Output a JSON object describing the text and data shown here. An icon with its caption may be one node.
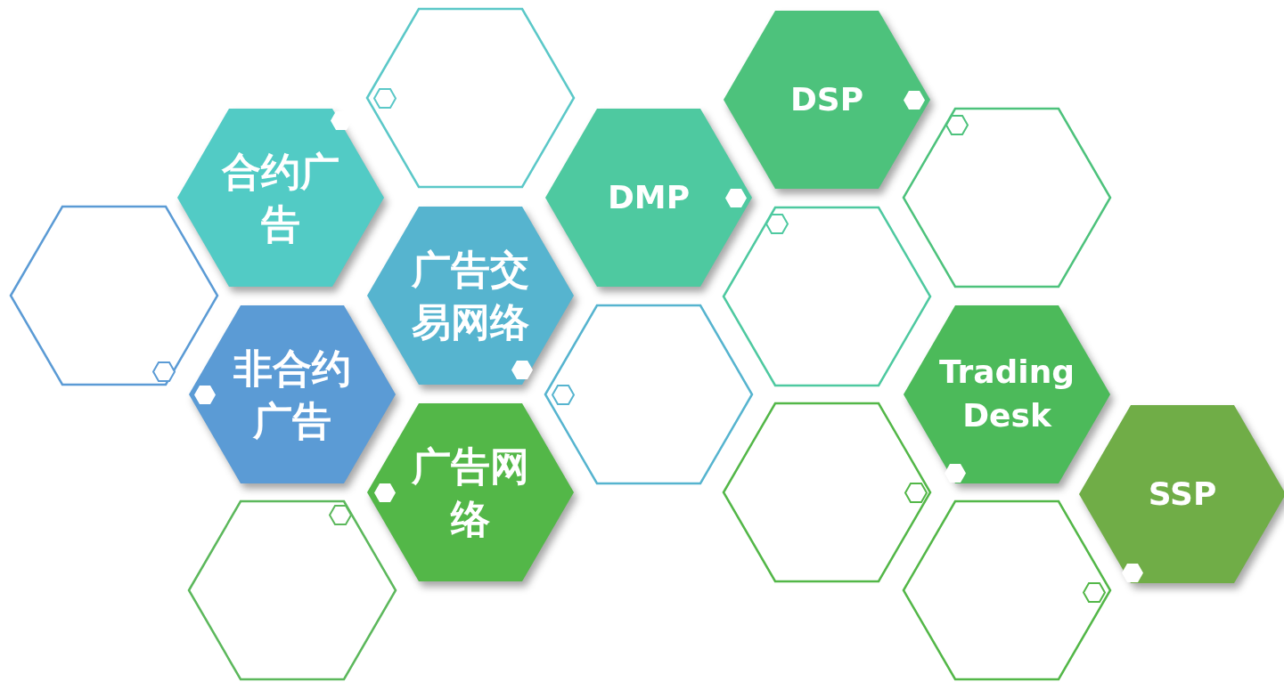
{
  "diagram": {
    "nodes": [
      {
        "text": [],
        "shape": "hexagon"
      },
      {
        "text": [
          "DSP"
        ]
      },
      {
        "text": [
          "合约广告"
        ]
      },
      {
        "text": [
          "DMP"
        ]
      },
      {
        "text": [],
        "shape": "hexagon"
      },
      {
        "text": [],
        "shape": "hexagon"
      },
      {
        "text": [
          "广告交易网络"
        ]
      },
      {
        "text": [],
        "shape": "hexagon"
      },
      {
        "text": [
          "非合约广告"
        ]
      },
      {
        "text": [],
        "shape": "hexagon"
      },
      {
        "text": [
          "Trading Desk"
        ]
      },
      {
        "text": [
          "广告网络"
        ]
      },
      {
        "text": [],
        "shape": "hexagon"
      },
      {
        "text": [
          "SSP"
        ]
      },
      {
        "text": [],
        "shape": "hexagon"
      },
      {
        "text": [],
        "shape": "hexagon"
      }
    ]
  }
}
